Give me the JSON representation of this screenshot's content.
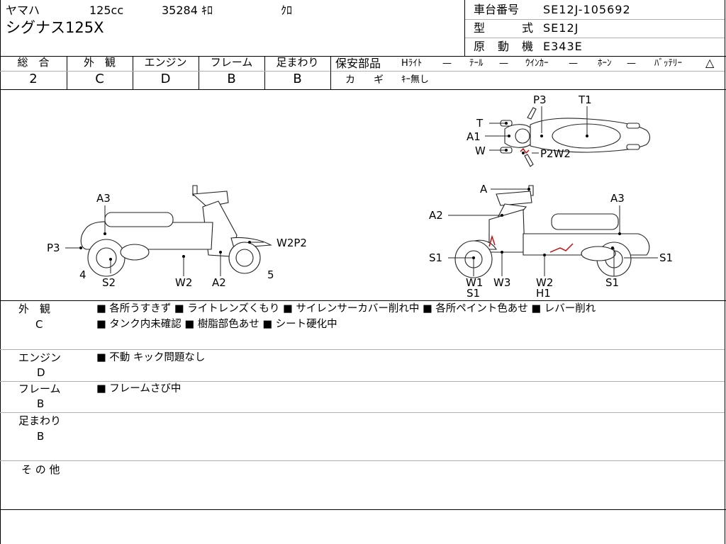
{
  "header": {
    "maker": "ヤマハ",
    "displacement": "125cc",
    "mileage": "35284 ｷﾛ",
    "color": "ｸﾛ",
    "model_name": "シグナス125X",
    "frame_no_label": "車台番号",
    "frame_no": "SE12J-105692",
    "type_label_1": "型",
    "type_label_2": "式",
    "type": "SE12J",
    "engine_label_1": "原",
    "engine_label_2": "動",
    "engine_label_3": "機",
    "engine": "E343E"
  },
  "grades": [
    {
      "label": "総　合",
      "value": "2"
    },
    {
      "label": "外　観",
      "value": "C"
    },
    {
      "label": "エンジン",
      "value": "D"
    },
    {
      "label": "フレーム",
      "value": "B"
    },
    {
      "label": "足まわり",
      "value": "B"
    }
  ],
  "safety": {
    "title": "保安部品",
    "headlight": "Hﾗｲﾄ",
    "taillight": "ﾃｰﾙ",
    "winker": "ｳｲﾝｶｰ",
    "horn": "ﾎｰﾝ",
    "battery": "ﾊﾞｯﾃﾘｰ",
    "dash": "—",
    "triangle": "△",
    "key_label_1": "カ",
    "key_label_2": "ギ",
    "key_value": "ｷｰ無し"
  },
  "diagram_labels": {
    "top": [
      "P3",
      "T1",
      "T",
      "A1",
      "W",
      "P2W2"
    ],
    "left": [
      "A3",
      "P3",
      "W2P2",
      "4",
      "S2",
      "W2",
      "A2",
      "5"
    ],
    "right": [
      "A",
      "A2",
      "A3",
      "S1",
      "S1",
      "W1",
      "S1",
      "W3",
      "W2",
      "H1",
      "S1"
    ]
  },
  "remarks": [
    {
      "label": "外　観",
      "grade": "C",
      "lines": [
        "■ 各所うすきず ■ ライトレンズくもり ■ サイレンサーカバー削れ中 ■ 各所ペイント色あせ ■ レバー削れ",
        "■ タンク内未確認 ■ 樹脂部色あせ ■ シート硬化中"
      ]
    },
    {
      "label": "エンジン",
      "grade": "D",
      "lines": [
        "■ 不動 キック問題なし"
      ]
    },
    {
      "label": "フレーム",
      "grade": "B",
      "lines": [
        "■ フレームさび中"
      ]
    },
    {
      "label": "足まわり",
      "grade": "B",
      "lines": []
    },
    {
      "label": "そ の 他",
      "grade": "",
      "lines": []
    }
  ]
}
